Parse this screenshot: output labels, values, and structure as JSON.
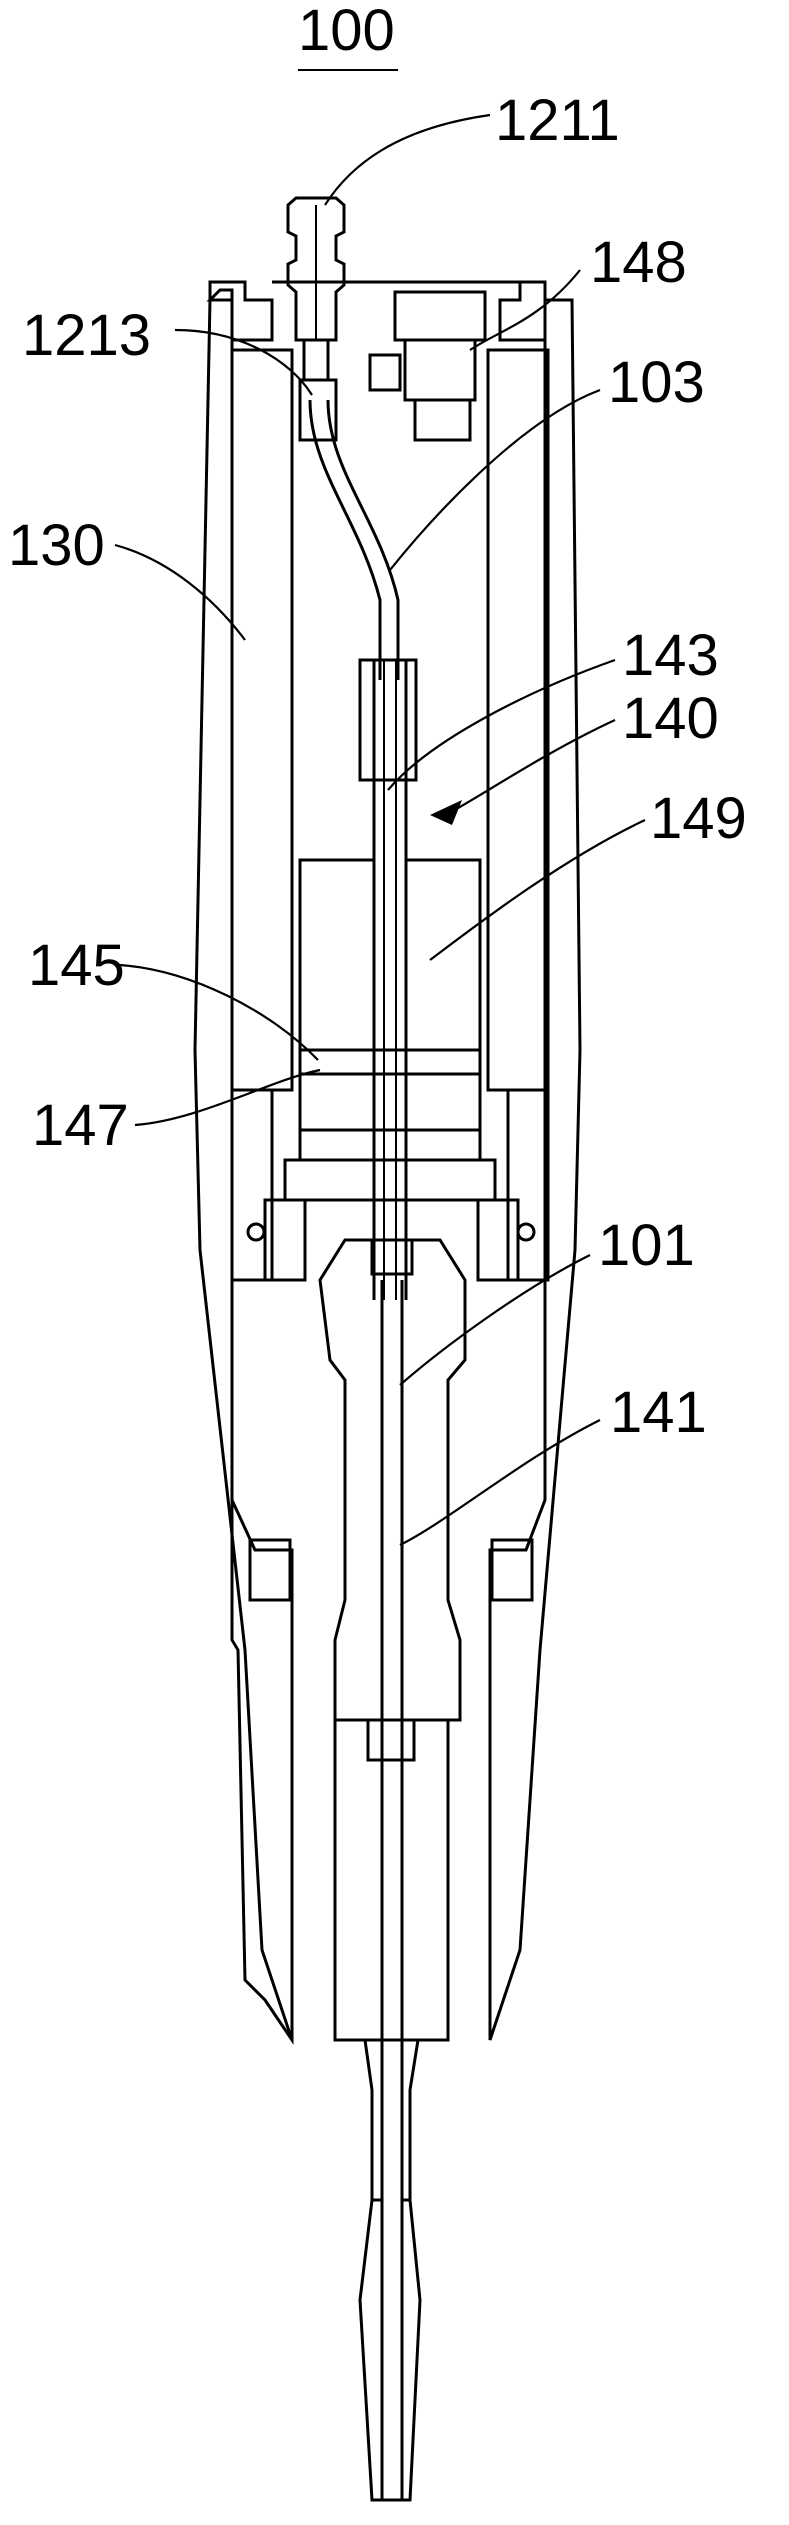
{
  "figure": {
    "title_label": "100",
    "labels": {
      "l1211": "1211",
      "l148": "148",
      "l1213": "1213",
      "l103": "103",
      "l130": "130",
      "l143": "143",
      "l140": "140",
      "l149": "149",
      "l145": "145",
      "l147": "147",
      "l101": "101",
      "l141": "141"
    }
  }
}
